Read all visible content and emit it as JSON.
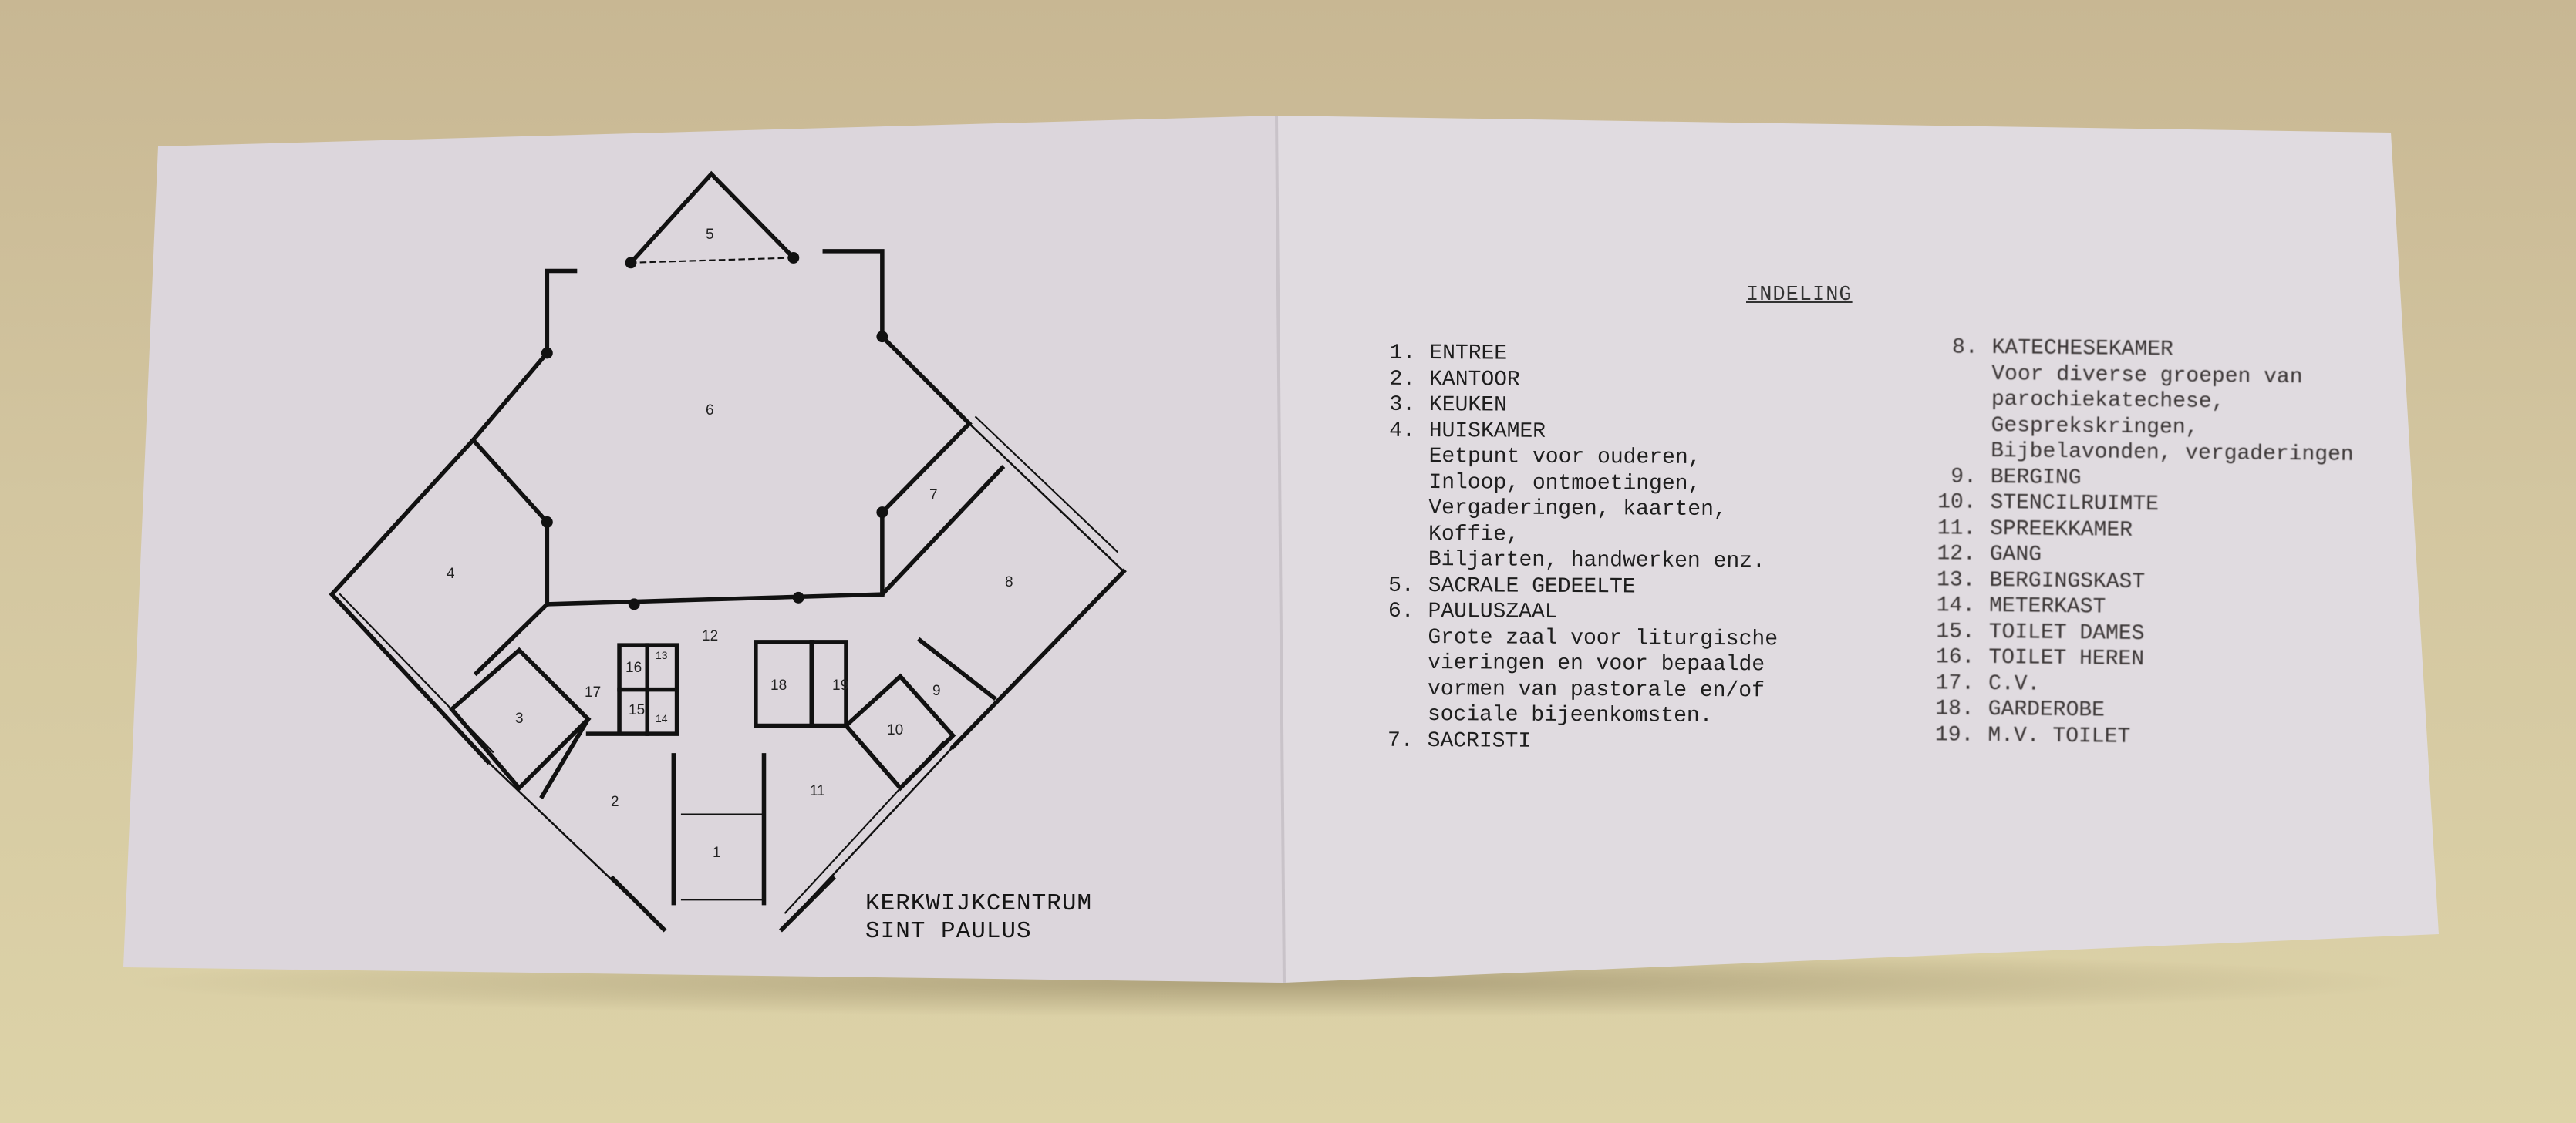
{
  "plan": {
    "caption_line1": "KERKWIJKCENTRUM",
    "caption_line2": "SINT PAULUS",
    "room_numbers": [
      "1",
      "2",
      "3",
      "4",
      "5",
      "6",
      "7",
      "8",
      "9",
      "10",
      "11",
      "12",
      "13",
      "14",
      "15",
      "16",
      "17",
      "18",
      "19"
    ]
  },
  "legend": {
    "title": "INDELING",
    "items": [
      {
        "n": "1.",
        "label": "ENTREE",
        "desc": []
      },
      {
        "n": "2.",
        "label": "KANTOOR",
        "desc": []
      },
      {
        "n": "3.",
        "label": "KEUKEN",
        "desc": []
      },
      {
        "n": "4.",
        "label": "HUISKAMER",
        "desc": [
          "Eetpunt voor ouderen,",
          "Inloop, ontmoetingen,",
          "Vergaderingen, kaarten,",
          "Koffie,",
          "Biljarten, handwerken enz."
        ]
      },
      {
        "n": "5.",
        "label": "SACRALE GEDEELTE",
        "desc": []
      },
      {
        "n": "6.",
        "label": "PAULUSZAAL",
        "desc": [
          "Grote zaal voor liturgische",
          "vieringen en voor bepaalde",
          "vormen van pastorale en/of",
          "sociale bijeenkomsten."
        ]
      },
      {
        "n": "7.",
        "label": "SACRISTI",
        "desc": []
      },
      {
        "n": "8.",
        "label": "KATECHESEKAMER",
        "desc": [
          "Voor diverse groepen van",
          "parochiekatechese,",
          "Gesprekskringen,",
          "Bijbelavonden, vergaderingen"
        ]
      },
      {
        "n": "9.",
        "label": "BERGING",
        "desc": []
      },
      {
        "n": "10.",
        "label": "STENCILRUIMTE",
        "desc": []
      },
      {
        "n": "11.",
        "label": "SPREEKKAMER",
        "desc": []
      },
      {
        "n": "12.",
        "label": "GANG",
        "desc": []
      },
      {
        "n": "13.",
        "label": "BERGINGSKAST",
        "desc": []
      },
      {
        "n": "14.",
        "label": "METERKAST",
        "desc": []
      },
      {
        "n": "15.",
        "label": "TOILET DAMES",
        "desc": []
      },
      {
        "n": "16.",
        "label": "TOILET HEREN",
        "desc": []
      },
      {
        "n": "17.",
        "label": "C.V.",
        "desc": []
      },
      {
        "n": "18.",
        "label": "GARDEROBE",
        "desc": []
      },
      {
        "n": "19.",
        "label": "M.V. TOILET",
        "desc": []
      }
    ]
  }
}
